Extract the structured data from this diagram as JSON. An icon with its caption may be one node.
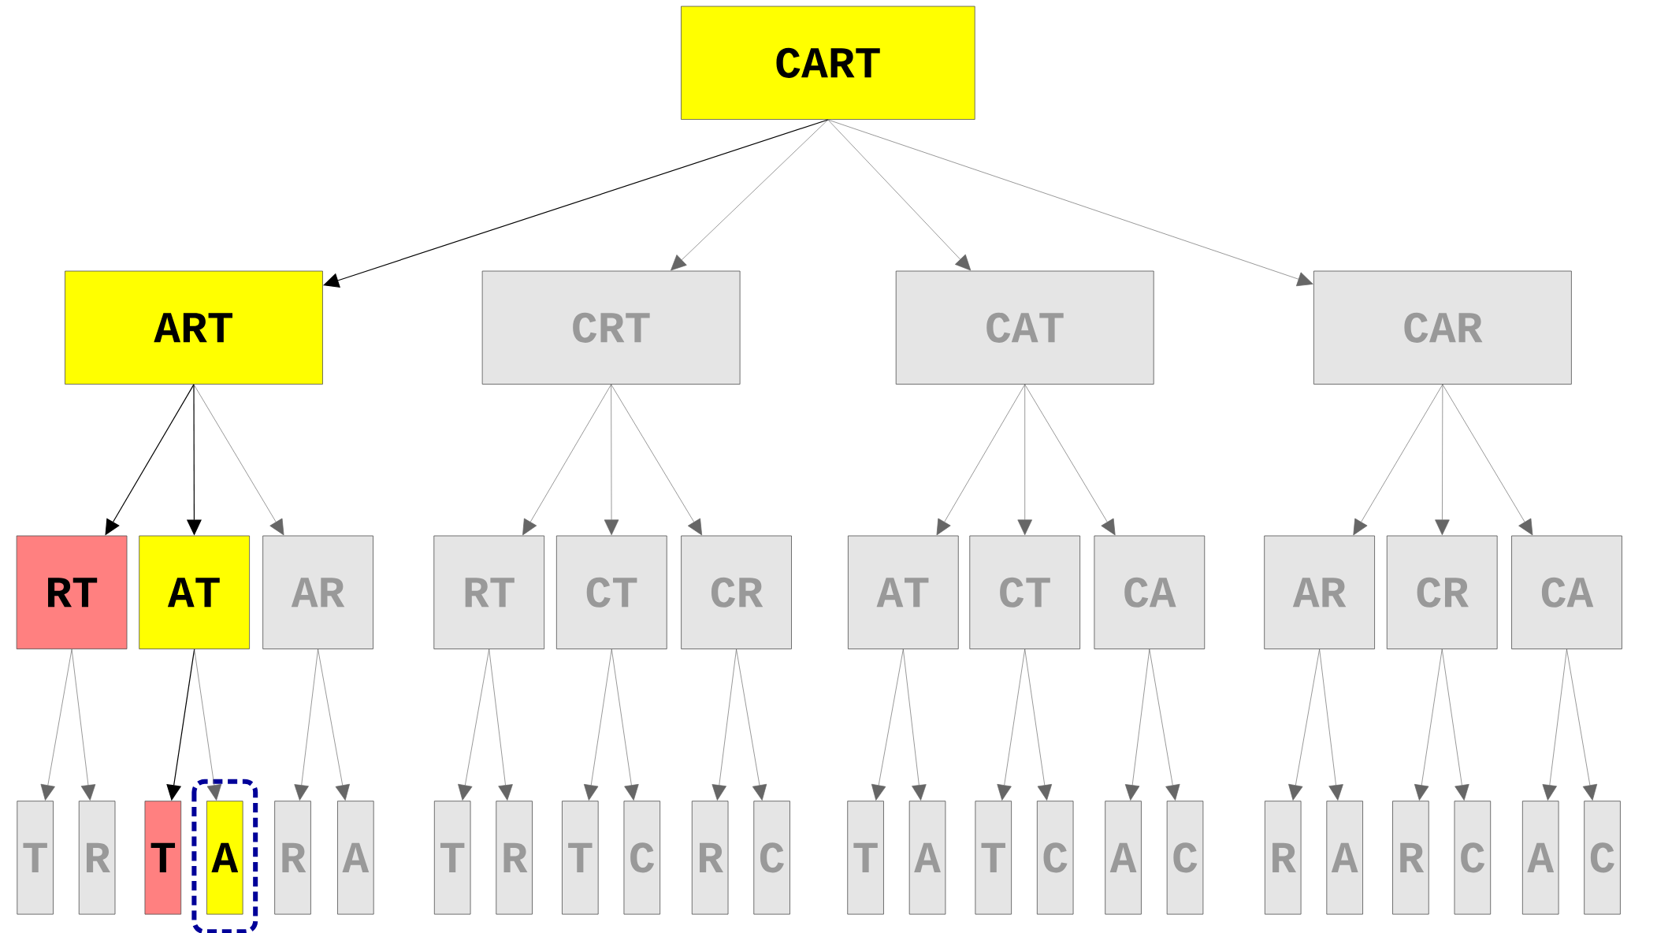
{
  "diagram": {
    "nodes": [
      {
        "text": [
          "CART"
        ]
      },
      {
        "text": [
          "ART"
        ]
      },
      {
        "text": [
          "CRT"
        ]
      },
      {
        "text": [
          "CAT"
        ]
      },
      {
        "text": [
          "CAR"
        ]
      },
      {
        "text": [
          "RT"
        ]
      },
      {
        "text": [
          "AT"
        ]
      },
      {
        "text": [
          "AR"
        ]
      },
      {
        "text": [
          "RT"
        ]
      },
      {
        "text": [
          "CT"
        ]
      },
      {
        "text": [
          "CR"
        ]
      },
      {
        "text": [
          "AT"
        ]
      },
      {
        "text": [
          "CT"
        ]
      },
      {
        "text": [
          "CA"
        ]
      },
      {
        "text": [
          "AR"
        ]
      },
      {
        "text": [
          "CR"
        ]
      },
      {
        "text": [
          "CA"
        ]
      },
      {
        "text": [
          "T"
        ]
      },
      {
        "text": [
          "R"
        ]
      },
      {
        "text": [
          "T"
        ]
      },
      {
        "text": [
          "A"
        ]
      },
      {
        "text": [
          "R"
        ]
      },
      {
        "text": [
          "A"
        ]
      },
      {
        "text": [
          "T"
        ]
      },
      {
        "text": [
          "R"
        ]
      },
      {
        "text": [
          "T"
        ]
      },
      {
        "text": [
          "C"
        ]
      },
      {
        "text": [
          "R"
        ]
      },
      {
        "text": [
          "C"
        ]
      },
      {
        "text": [
          "T"
        ]
      },
      {
        "text": [
          "A"
        ]
      },
      {
        "text": [
          "T"
        ]
      },
      {
        "text": [
          "C"
        ]
      },
      {
        "text": [
          "A"
        ]
      },
      {
        "text": [
          "C"
        ]
      },
      {
        "text": [
          "R"
        ]
      },
      {
        "text": [
          "A"
        ]
      },
      {
        "text": [
          "R"
        ]
      },
      {
        "text": [
          "C"
        ]
      },
      {
        "text": [
          "A"
        ]
      },
      {
        "text": [
          "C"
        ]
      }
    ],
    "edges": [
      {
        "from": 0,
        "to": 1,
        "arrow": "to",
        "color": "#000000"
      },
      {
        "from": 0,
        "to": 2,
        "arrow": "to"
      },
      {
        "from": 0,
        "to": 3,
        "arrow": "to"
      },
      {
        "from": 0,
        "to": 4,
        "arrow": "to"
      },
      {
        "from": 1,
        "to": 5,
        "arrow": "to",
        "color": "#000000"
      },
      {
        "from": 1,
        "to": 6,
        "arrow": "to",
        "color": "#000000"
      },
      {
        "from": 1,
        "to": 7,
        "arrow": "to"
      },
      {
        "from": 2,
        "to": 8,
        "arrow": "to"
      },
      {
        "from": 2,
        "to": 9,
        "arrow": "to"
      },
      {
        "from": 2,
        "to": 10,
        "arrow": "to"
      },
      {
        "from": 3,
        "to": 11,
        "arrow": "to"
      },
      {
        "from": 3,
        "to": 12,
        "arrow": "to"
      },
      {
        "from": 3,
        "to": 13,
        "arrow": "to"
      },
      {
        "from": 4,
        "to": 14,
        "arrow": "to"
      },
      {
        "from": 4,
        "to": 15,
        "arrow": "to"
      },
      {
        "from": 4,
        "to": 16,
        "arrow": "to"
      },
      {
        "from": 5,
        "to": 17,
        "arrow": "to"
      },
      {
        "from": 5,
        "to": 18,
        "arrow": "to"
      },
      {
        "from": 6,
        "to": 19,
        "arrow": "to",
        "color": "#000000"
      },
      {
        "from": 6,
        "to": 20,
        "arrow": "to"
      },
      {
        "from": 7,
        "to": 21,
        "arrow": "to"
      },
      {
        "from": 7,
        "to": 22,
        "arrow": "to"
      },
      {
        "from": 8,
        "to": 23,
        "arrow": "to"
      },
      {
        "from": 8,
        "to": 24,
        "arrow": "to"
      },
      {
        "from": 9,
        "to": 25,
        "arrow": "to"
      },
      {
        "from": 9,
        "to": 26,
        "arrow": "to"
      },
      {
        "from": 10,
        "to": 27,
        "arrow": "to"
      },
      {
        "from": 10,
        "to": 28,
        "arrow": "to"
      },
      {
        "from": 11,
        "to": 29,
        "arrow": "to"
      },
      {
        "from": 11,
        "to": 30,
        "arrow": "to"
      },
      {
        "from": 12,
        "to": 31,
        "arrow": "to"
      },
      {
        "from": 12,
        "to": 32,
        "arrow": "to"
      },
      {
        "from": 13,
        "to": 33,
        "arrow": "to"
      },
      {
        "from": 13,
        "to": 34,
        "arrow": "to"
      },
      {
        "from": 14,
        "to": 35,
        "arrow": "to"
      },
      {
        "from": 14,
        "to": 36,
        "arrow": "to"
      },
      {
        "from": 15,
        "to": 37,
        "arrow": "to"
      },
      {
        "from": 15,
        "to": 38,
        "arrow": "to"
      },
      {
        "from": 16,
        "to": 39,
        "arrow": "to"
      },
      {
        "from": 16,
        "to": 40,
        "arrow": "to"
      }
    ]
  }
}
